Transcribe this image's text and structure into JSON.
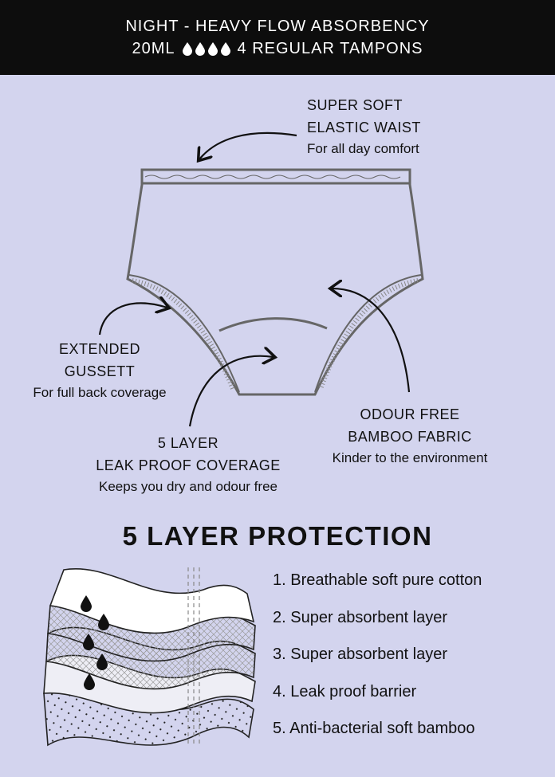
{
  "header": {
    "line1": "NIGHT - HEAVY FLOW ABSORBENCY",
    "line2_prefix": "20ML",
    "drop_count": 4,
    "line2_suffix": "4 REGULAR TAMPONS"
  },
  "callouts": {
    "waist": {
      "title1": "SUPER SOFT",
      "title2": "ELASTIC WAIST",
      "sub": "For all day comfort"
    },
    "gussett": {
      "title1": "EXTENDED",
      "title2": "GUSSETT",
      "sub": "For full back coverage"
    },
    "layer": {
      "title1": "5 LAYER",
      "title2": "LEAK PROOF COVERAGE",
      "sub": "Keeps you dry and odour free"
    },
    "bamboo": {
      "title1": "ODOUR FREE",
      "title2": "BAMBOO FABRIC",
      "sub": "Kinder to the environment"
    }
  },
  "protection": {
    "title": "5 LAYER PROTECTION",
    "layers": [
      "1. Breathable soft pure cotton",
      "2. Super absorbent layer",
      "3. Super absorbent layer",
      "4. Leak proof barrier",
      "5. Anti-bacterial soft bamboo"
    ]
  },
  "colors": {
    "background": "#d3d4ee",
    "header_bg": "#0d0d0d",
    "line_art": "#6a6a6a"
  }
}
